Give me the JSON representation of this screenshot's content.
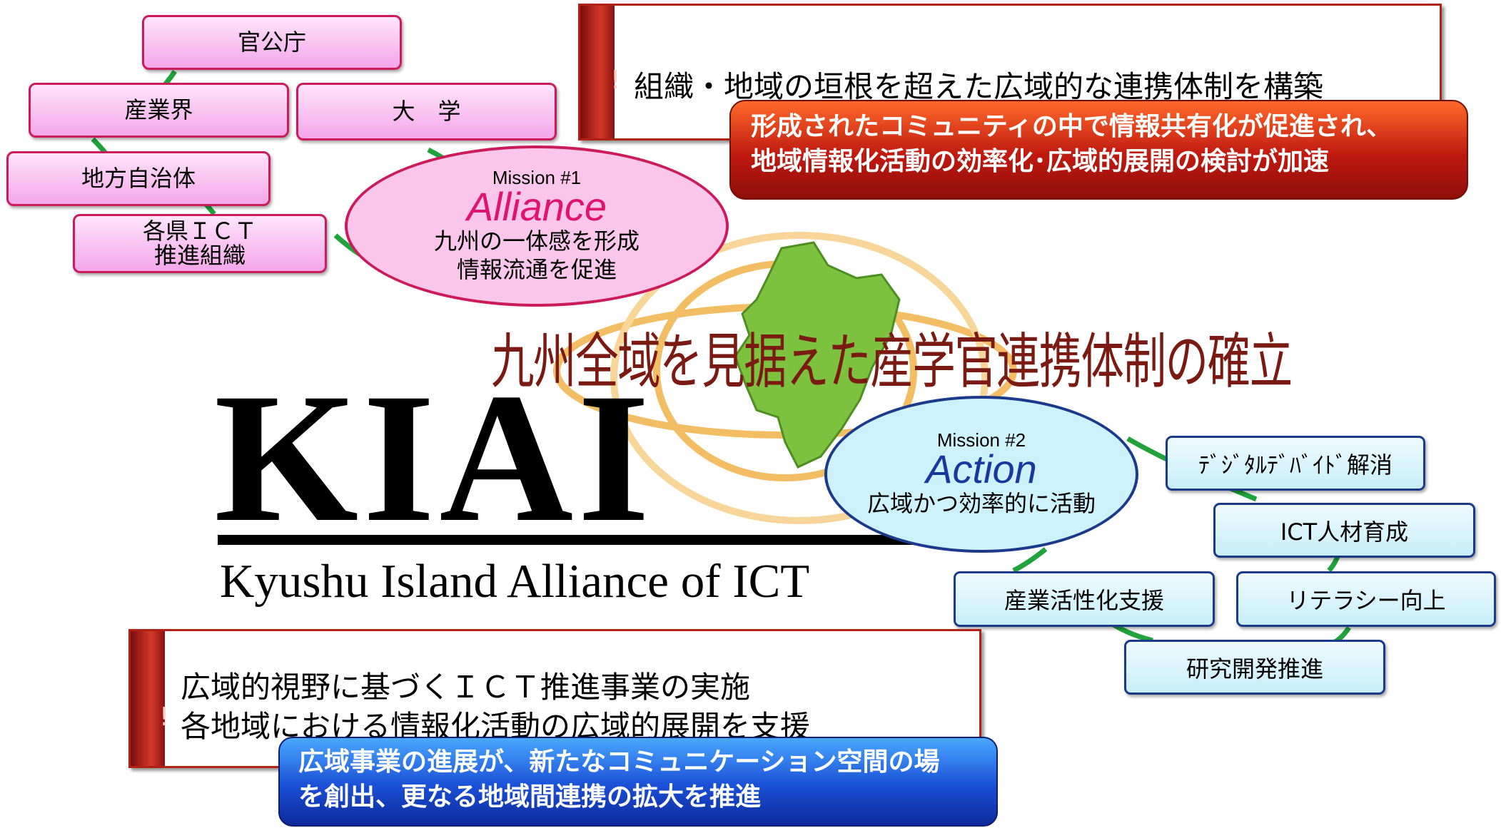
{
  "alliance": {
    "mission_label": "Mission #1",
    "title": "Alliance",
    "description": "九州の一体感を形成\n情報流通を促進",
    "partners": [
      "官公庁",
      "産業界",
      "大　学",
      "地方自治体",
      "各県ＩＣＴ\n推進組織"
    ]
  },
  "action": {
    "mission_label": "Mission #2",
    "title": "Action",
    "description": "広域かつ効率的に活動",
    "activities": [
      "ﾃﾞｼﾞﾀﾙﾃﾞﾊﾞｲﾄﾞ解消",
      "ICT人材育成",
      "リテラシー向上",
      "産業活性化支援",
      "研究開発推進"
    ]
  },
  "top_statement": {
    "mark": "!",
    "text": "組織・地域の垣根を超えた広域的な連携体制を構築",
    "callout": "形成されたコミュニティの中で情報共有化が促進され、\n地域情報化活動の効率化･広域的展開の検討が加速"
  },
  "headline": "九州全域を見据えた産学官連携体制の確立",
  "logo": {
    "wordmark": "KIAI",
    "subtitle": "Kyushu Island Alliance of ICT"
  },
  "bottom_statement": {
    "mark": "!",
    "line1": "広域的視野に基づくＩＣＴ推進事業の実施",
    "line2": "各地域における情報化活動の広域的展開を支援",
    "callout": "広域事業の進展が、新たなコミュニケーション空間の場\nを創出、更なる地域間連携の拡大を推進"
  },
  "colors": {
    "connector": "#1fa33a",
    "pink_border": "#cc1b5a",
    "blue_border": "#1b3a8c",
    "alliance_fill": "#fbc6ec",
    "action_fill": "#cdf2fb",
    "accent_red": "#b02216",
    "kyushu_green": "#7cc23f"
  }
}
